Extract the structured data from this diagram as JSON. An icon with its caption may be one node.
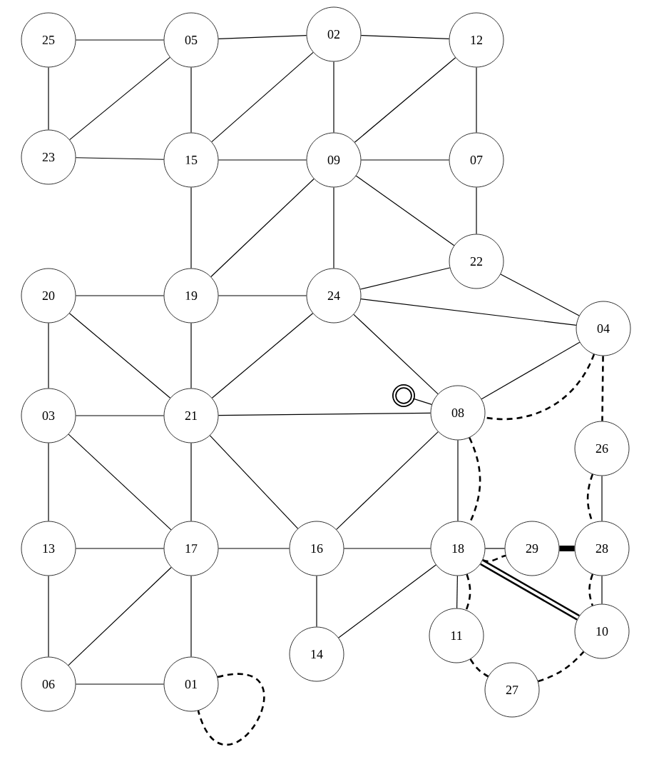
{
  "diagram": {
    "nodes": [
      {
        "text": [
          "25"
        ]
      },
      {
        "text": [
          "05"
        ]
      },
      {
        "text": [
          "02"
        ]
      },
      {
        "text": [
          "12"
        ]
      },
      {
        "text": [
          "23"
        ]
      },
      {
        "text": [
          "15"
        ]
      },
      {
        "text": [
          "09"
        ]
      },
      {
        "text": [
          "07"
        ]
      },
      {
        "text": [
          "22"
        ]
      },
      {
        "text": [
          "20"
        ]
      },
      {
        "text": [
          "19"
        ]
      },
      {
        "text": [
          "24"
        ]
      },
      {
        "text": [
          "04"
        ]
      },
      {
        "text": [],
        "shape": "circle"
      },
      {
        "text": [
          "03"
        ]
      },
      {
        "text": [
          "21"
        ]
      },
      {
        "text": [
          "08"
        ]
      },
      {
        "text": [
          "26"
        ]
      },
      {
        "text": [
          "13"
        ]
      },
      {
        "text": [
          "17"
        ]
      },
      {
        "text": [
          "16"
        ]
      },
      {
        "text": [
          "18"
        ]
      },
      {
        "text": [
          "29"
        ]
      },
      {
        "text": [
          "28"
        ]
      },
      {
        "text": [
          "11"
        ]
      },
      {
        "text": [
          "10"
        ]
      },
      {
        "text": [
          "14"
        ]
      },
      {
        "text": [
          "06"
        ]
      },
      {
        "text": [
          "01"
        ]
      },
      {
        "text": [
          "27"
        ]
      }
    ],
    "edges": [
      {
        "from": 0,
        "to": 1,
        "arrow": "none"
      },
      {
        "from": 1,
        "to": 2,
        "arrow": "none"
      },
      {
        "from": 2,
        "to": 3,
        "arrow": "none"
      },
      {
        "from": 0,
        "to": 4,
        "arrow": "none"
      },
      {
        "from": 4,
        "to": 1,
        "arrow": "none"
      },
      {
        "from": 1,
        "to": 5,
        "arrow": "none"
      },
      {
        "from": 5,
        "to": 2,
        "arrow": "none"
      },
      {
        "from": 2,
        "to": 6,
        "arrow": "none"
      },
      {
        "from": 6,
        "to": 3,
        "arrow": "none"
      },
      {
        "from": 3,
        "to": 7,
        "arrow": "none"
      },
      {
        "from": 4,
        "to": 5,
        "arrow": "none"
      },
      {
        "from": 5,
        "to": 6,
        "arrow": "none"
      },
      {
        "from": 6,
        "to": 7,
        "arrow": "none"
      },
      {
        "from": 7,
        "to": 8,
        "arrow": "none"
      },
      {
        "from": 6,
        "to": 8,
        "arrow": "none"
      },
      {
        "from": 5,
        "to": 10,
        "arrow": "none"
      },
      {
        "from": 6,
        "to": 10,
        "arrow": "none"
      },
      {
        "from": 6,
        "to": 11,
        "arrow": "none"
      },
      {
        "from": 8,
        "to": 11,
        "arrow": "none"
      },
      {
        "from": 8,
        "to": 12,
        "arrow": "none"
      },
      {
        "from": 11,
        "to": 12,
        "arrow": "none"
      },
      {
        "from": 9,
        "to": 10,
        "arrow": "none"
      },
      {
        "from": 10,
        "to": 11,
        "arrow": "none"
      },
      {
        "from": 9,
        "to": 14,
        "arrow": "none"
      },
      {
        "from": 9,
        "to": 15,
        "arrow": "none"
      },
      {
        "from": 10,
        "to": 15,
        "arrow": "none"
      },
      {
        "from": 11,
        "to": 15,
        "arrow": "none"
      },
      {
        "from": 11,
        "to": 16,
        "arrow": "none"
      },
      {
        "from": 12,
        "to": 16,
        "arrow": "none"
      },
      {
        "from": 12,
        "to": 16,
        "arrow": "none",
        "style": "dashed"
      },
      {
        "from": 12,
        "to": 17,
        "arrow": "none",
        "style": "dashed"
      },
      {
        "from": 13,
        "to": 16,
        "arrow": "none"
      },
      {
        "from": 14,
        "to": 15,
        "arrow": "none"
      },
      {
        "from": 15,
        "to": 16,
        "arrow": "none"
      },
      {
        "from": 14,
        "to": 18,
        "arrow": "none"
      },
      {
        "from": 14,
        "to": 19,
        "arrow": "none"
      },
      {
        "from": 15,
        "to": 19,
        "arrow": "none"
      },
      {
        "from": 15,
        "to": 20,
        "arrow": "none"
      },
      {
        "from": 16,
        "to": 20,
        "arrow": "none"
      },
      {
        "from": 16,
        "to": 21,
        "arrow": "none"
      },
      {
        "from": 16,
        "to": 21,
        "arrow": "none",
        "style": "dashed"
      },
      {
        "from": 17,
        "to": 23,
        "arrow": "none"
      },
      {
        "from": 17,
        "to": 23,
        "arrow": "none",
        "style": "dashed"
      },
      {
        "from": 18,
        "to": 19,
        "arrow": "none"
      },
      {
        "from": 19,
        "to": 20,
        "arrow": "none"
      },
      {
        "from": 20,
        "to": 21,
        "arrow": "none"
      },
      {
        "from": 21,
        "to": 22,
        "arrow": "none"
      },
      {
        "from": 21,
        "to": 22,
        "arrow": "none",
        "style": "dashed"
      },
      {
        "from": 22,
        "to": 23,
        "arrow": "none",
        "style": "thick"
      },
      {
        "from": 23,
        "to": 25,
        "arrow": "none"
      },
      {
        "from": 23,
        "to": 25,
        "arrow": "none",
        "style": "dashed"
      },
      {
        "from": 21,
        "to": 25,
        "arrow": "none",
        "style": "thick"
      },
      {
        "from": 21,
        "to": 24,
        "arrow": "none"
      },
      {
        "from": 21,
        "to": 24,
        "arrow": "none",
        "style": "dashed"
      },
      {
        "from": 24,
        "to": 29,
        "arrow": "none",
        "style": "dashed"
      },
      {
        "from": 29,
        "to": 25,
        "arrow": "none",
        "style": "dashed"
      },
      {
        "from": 20,
        "to": 26,
        "arrow": "none"
      },
      {
        "from": 26,
        "to": 21,
        "arrow": "none"
      },
      {
        "from": 18,
        "to": 27,
        "arrow": "none"
      },
      {
        "from": 27,
        "to": 19,
        "arrow": "none"
      },
      {
        "from": 19,
        "to": 28,
        "arrow": "none"
      },
      {
        "from": 27,
        "to": 28,
        "arrow": "none"
      },
      {
        "from": 28,
        "to": 28,
        "arrow": "none",
        "style": "dashed"
      }
    ]
  }
}
